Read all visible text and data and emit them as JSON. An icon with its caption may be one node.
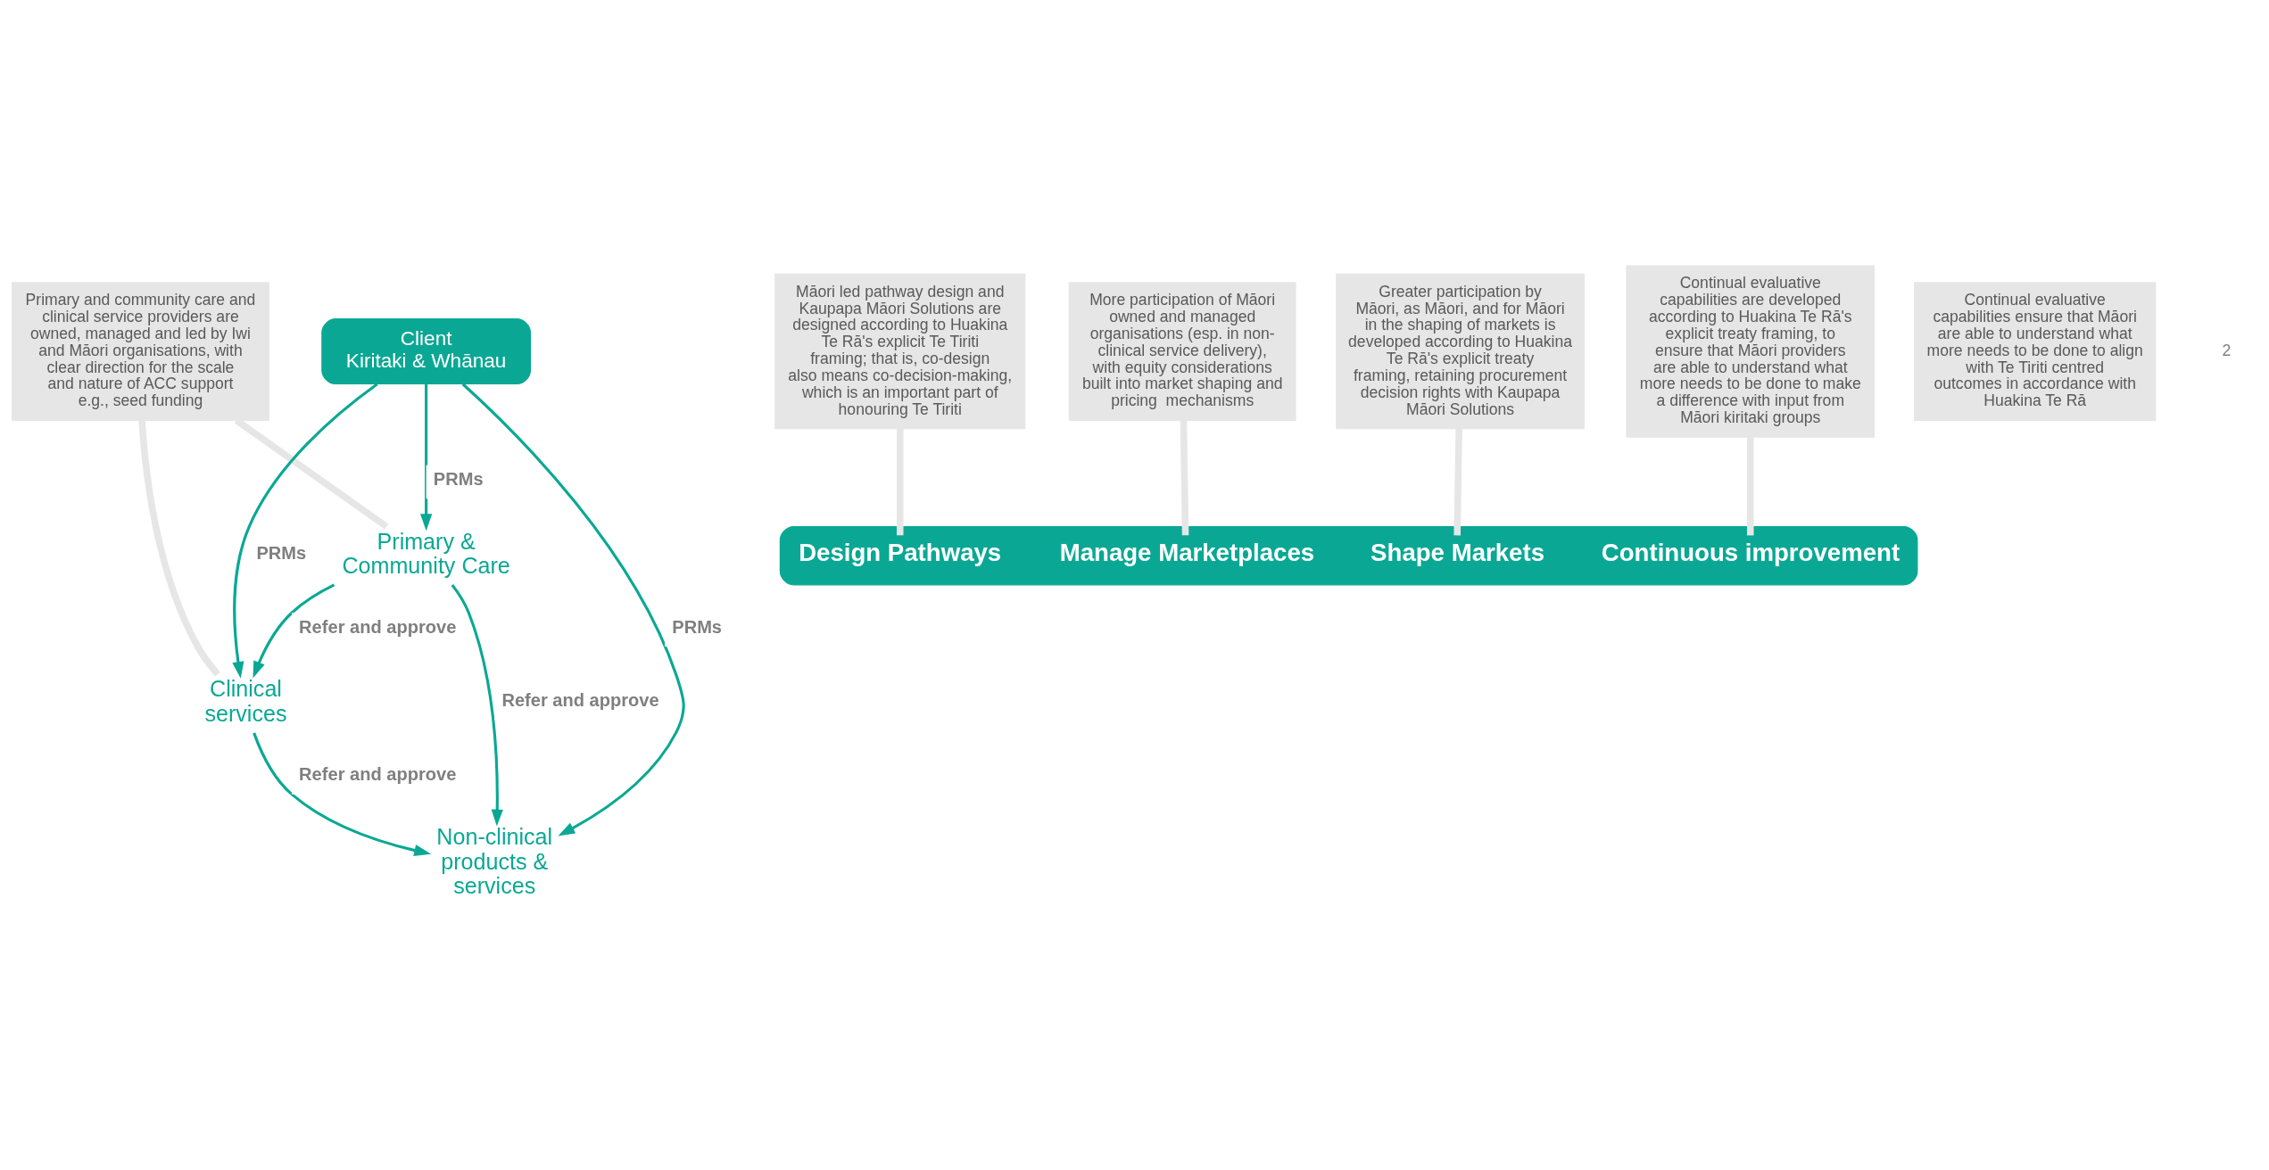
{
  "diagram": {
    "nodes": [
      {
        "text": [
          "Primary and community care and clinical service providers are owned, managed and led by Iwi and Māori organisations, with clear direction for the scale and nature of ACC support e.g., seed funding"
        ]
      },
      {
        "text": [
          "Māori led pathway design and Kaupapa Māori Solutions are designed according to Huakina Te Rā's explicit Te Tiriti framing; that is, co-design also means co-decision-making, which is an important part of honouring Te Tiriti"
        ]
      },
      {
        "text": [],
        "shape": "ellipse"
      },
      {
        "text": [
          "Design Pathways"
        ],
        "in": 2
      },
      {
        "text": [
          "Shape Markets"
        ],
        "in": 2
      },
      {
        "text": [
          "Manage Marketplaces"
        ],
        "in": 2
      },
      {
        "text": [
          "Continuous improvement"
        ],
        "in": 2
      },
      {
        "text": [
          "Continual evaluative capabilities ensure that Māori are able to understand what more needs to be done to align with Te Tiriti centred outcomes in accordance with Huakina Te Rā"
        ]
      },
      {
        "text": [
          "Primary & Community Care"
        ]
      },
      {
        "text": [
          "More participation of Māori owned and managed organisations (esp. in non-clinical service delivery), with equity considerations built into market shaping and pricing  mechanisms"
        ]
      },
      {
        "text": [
          "Client",
          "Kiritaki & Whānau"
        ]
      },
      {
        "text": [
          "Clinical services"
        ]
      },
      {
        "text": [
          "Non-clinical products & services"
        ]
      },
      {
        "text": [
          "Greater participation by Māori, as Māori, and for Māori in the shaping of markets is developed according to Huakina Te Rā's explicit treaty framing, retaining procurement decision rights with Kaupapa Māori Solutions"
        ]
      },
      {
        "text": [
          "Continual evaluative capabilities are developed according to Huakina Te Rā's explicit treaty framing, to ensure that Māori providers are able to understand what more needs to be done to make a difference with input from Māori kiritaki groups"
        ]
      }
    ],
    "edges": [
      {
        "from": 10,
        "to": 8,
        "arrow": "to",
        "label": "PRMs"
      },
      {
        "from": 10,
        "to": 11,
        "arrow": "to",
        "label": "PRMs"
      },
      {
        "from": 10,
        "to": 12,
        "arrow": "to",
        "label": "PRMs"
      },
      {
        "from": 8,
        "to": 11,
        "arrow": "to",
        "label": "Refer and approve"
      },
      {
        "from": 8,
        "to": 12,
        "arrow": "to",
        "label": "Refer and approve"
      },
      {
        "from": 11,
        "to": 12,
        "arrow": "to",
        "label": "Refer and approve"
      },
      {
        "from": 0,
        "to": 8,
        "arrow": "none",
        "style": "thick",
        "color": "#e6e6e6"
      },
      {
        "from": 0,
        "to": 11,
        "arrow": "none",
        "style": "thick",
        "color": "#e6e6e6"
      },
      {
        "from": 1,
        "to": 3,
        "arrow": "none",
        "style": "thick",
        "color": "#e6e6e6"
      },
      {
        "from": 13,
        "to": 4,
        "arrow": "none",
        "style": "thick",
        "color": "#e6e6e6"
      },
      {
        "from": 9,
        "to": 5,
        "arrow": "none",
        "style": "thick",
        "color": "#e6e6e6"
      },
      {
        "from": 14,
        "to": 6,
        "arrow": "none",
        "style": "thick",
        "color": "#e6e6e6"
      }
    ],
    "labels": [
      "2"
    ]
  }
}
